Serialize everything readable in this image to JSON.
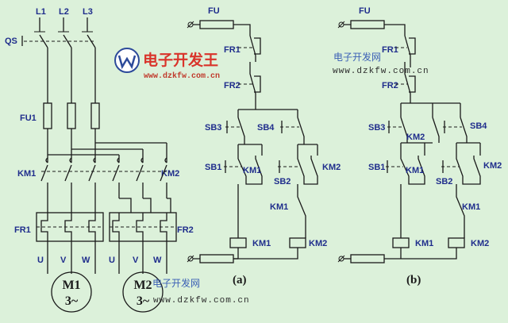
{
  "main_circuit": {
    "phases": [
      "L1",
      "L2",
      "L3"
    ],
    "switch": "QS",
    "fuse": "FU1",
    "contactor_left": "KM1",
    "contactor_right": "KM2",
    "overload_left": "FR1",
    "overload_right": "FR2",
    "terminals_m1": [
      "U",
      "V",
      "W"
    ],
    "terminals_m2": [
      "U",
      "V",
      "W"
    ],
    "motor1_name": "M1",
    "motor1_phase": "3~",
    "motor2_name": "M2",
    "motor2_phase": "3~"
  },
  "control_a": {
    "fuse": "FU",
    "fr1": "FR1",
    "fr2": "FR2",
    "sb3": "SB3",
    "sb4": "SB4",
    "sb1": "SB1",
    "km1_contact": "KM1",
    "km2_contact": "KM2",
    "sb2": "SB2",
    "km1_interlock": "KM1",
    "coil_km1": "KM1",
    "coil_km2": "KM2",
    "caption": "(a)"
  },
  "control_b": {
    "fuse": "FU",
    "fr1": "FR1",
    "fr2": "FR2",
    "sb3": "SB3",
    "sb4": "SB4",
    "km2_parallel": "KM2",
    "sb1": "SB1",
    "km1_contact": "KM1",
    "km2_contact": "KM2",
    "sb2": "SB2",
    "km1_interlock": "KM1",
    "coil_km1": "KM1",
    "coil_km2": "KM2",
    "caption": "(b)"
  },
  "watermarks": {
    "logo_text": "电子开发王",
    "logo_url": "www.dzkfw.com.cn",
    "site_name_1": "电子开发网",
    "site_url_1": "www.dzkfw.com.cn",
    "site_name_2": "电子开发网",
    "site_url_2": "www.dzkfw.com.cn"
  },
  "colors": {
    "background": "#dcf1da",
    "label_blue": "#1f2d8c",
    "wire": "#1a1a1a",
    "logo_red": "#d9342b"
  }
}
